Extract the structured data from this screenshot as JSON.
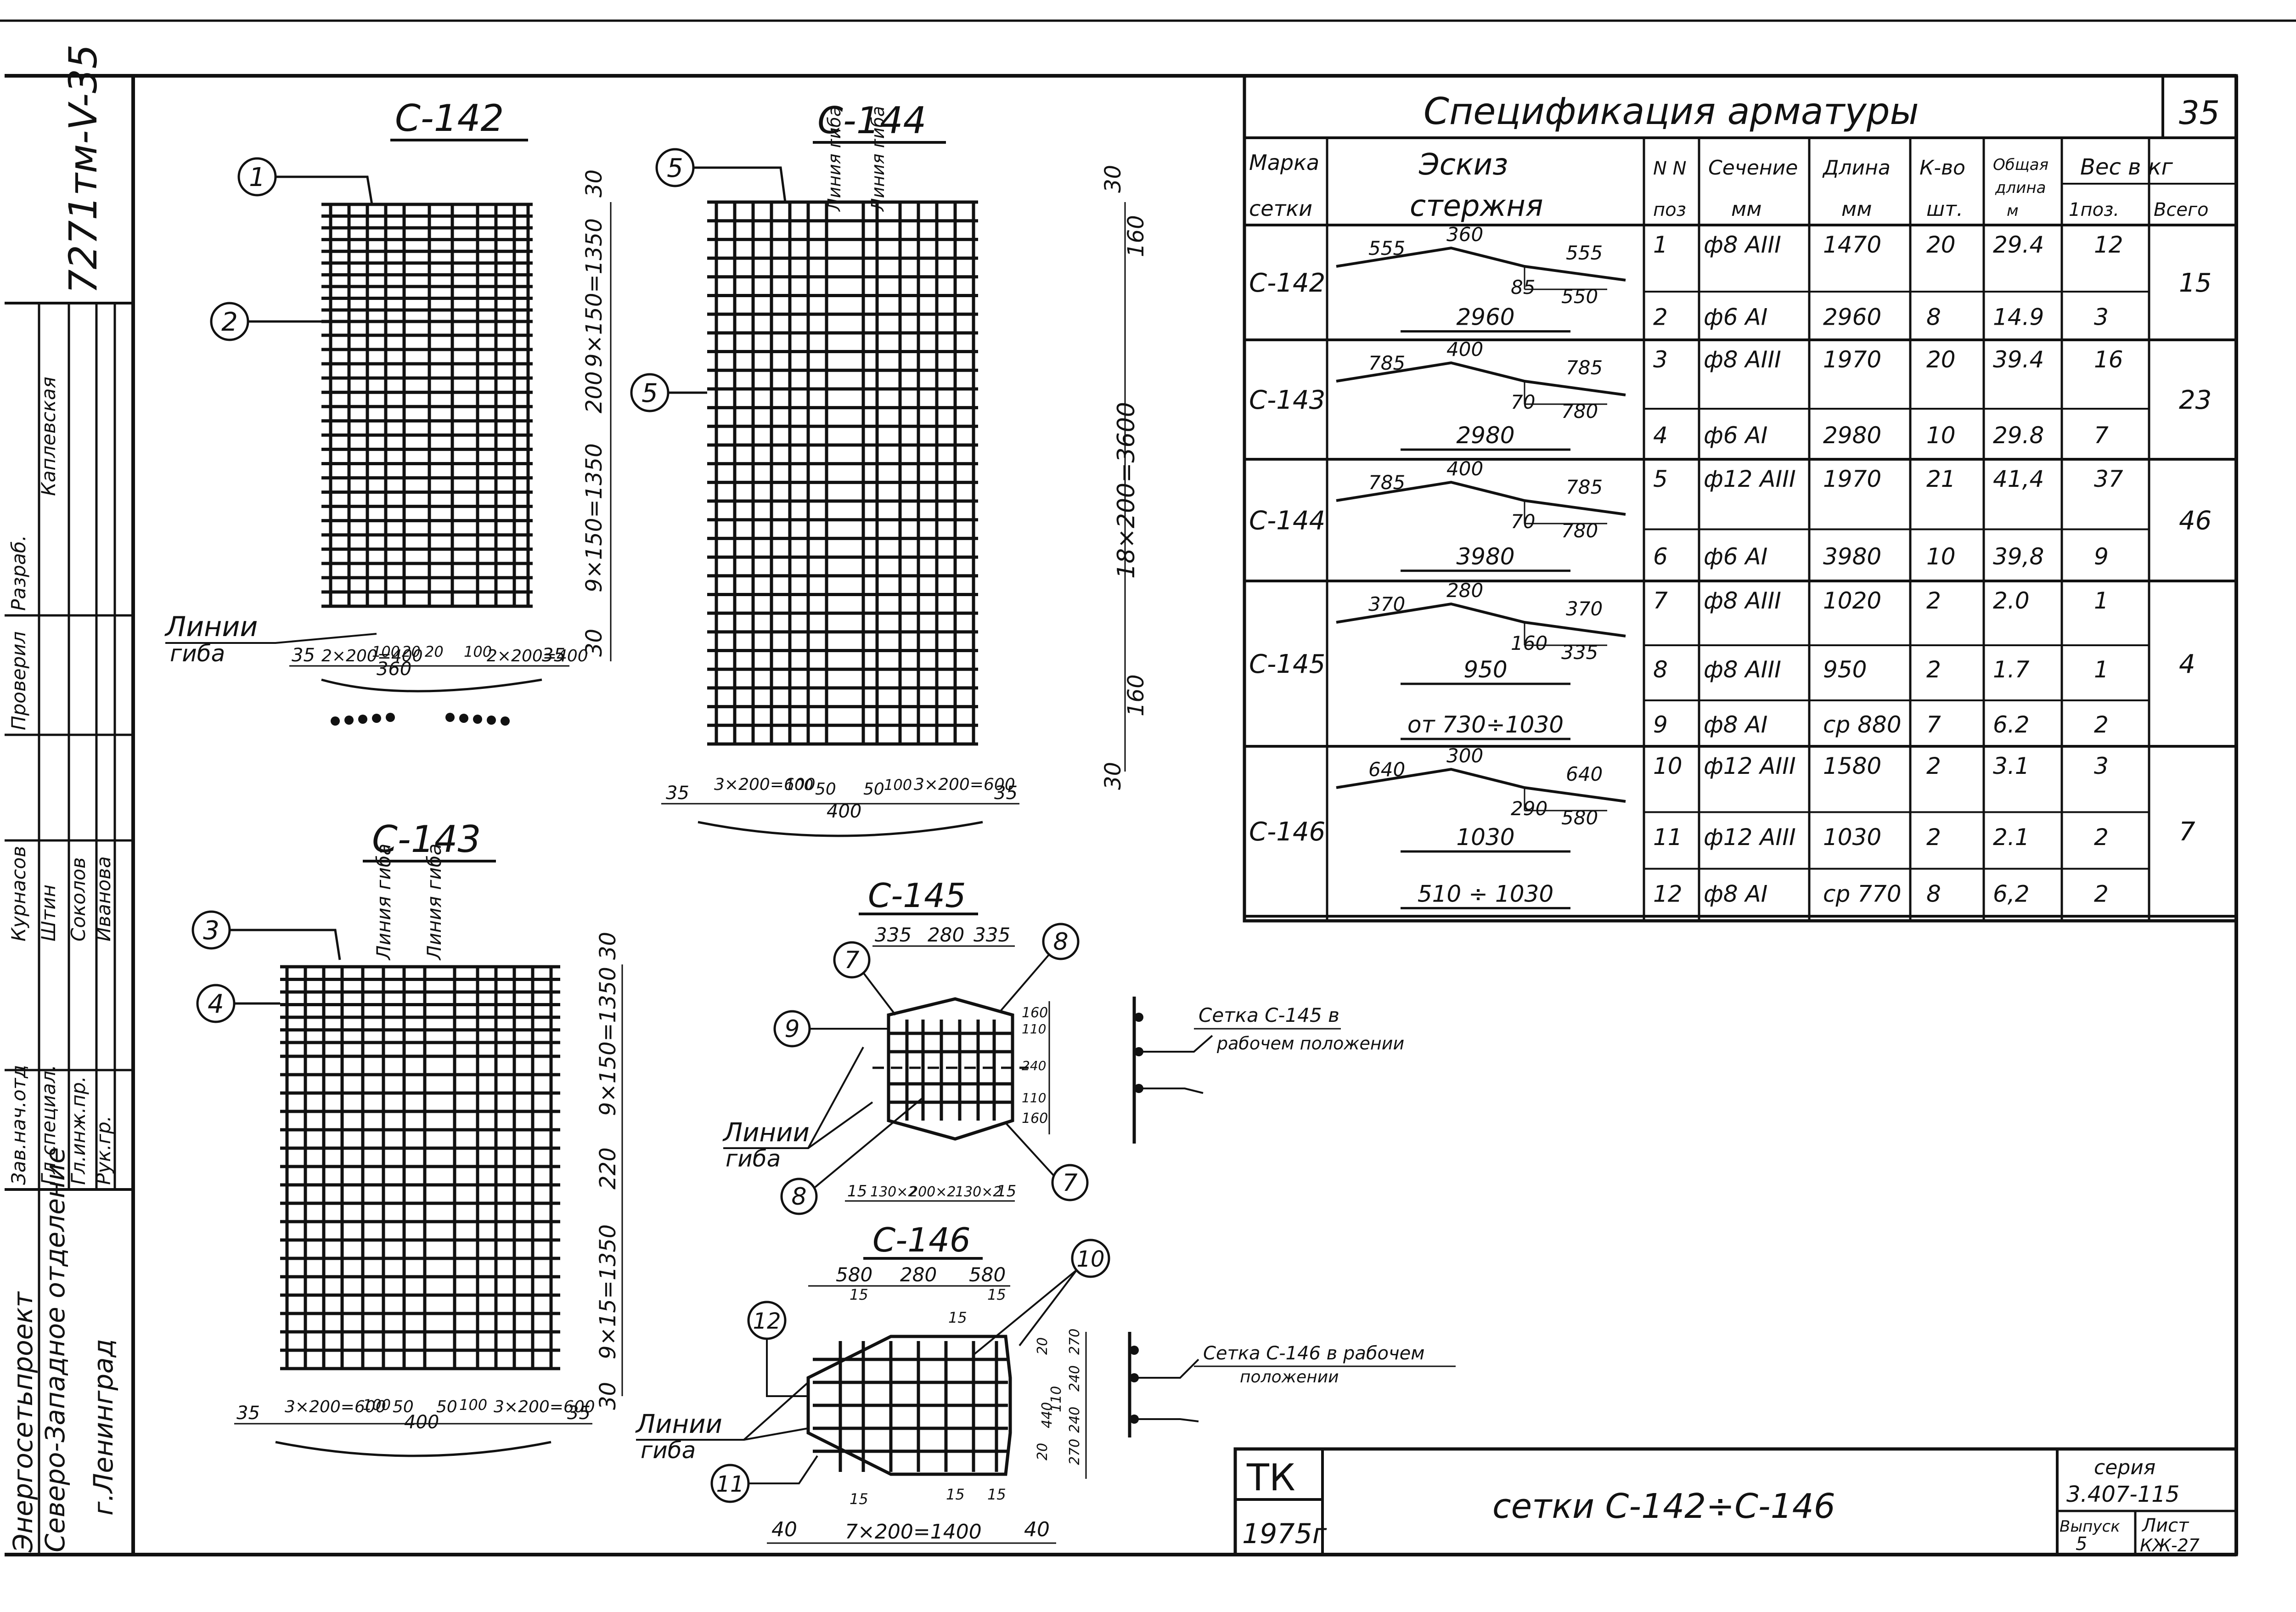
{
  "sheet": {
    "corner_code": "7271тм-V-35",
    "sheet_no": "35",
    "series": "серия",
    "series_no": "3.407-115",
    "issue_label": "Выпуск",
    "issue_no": "5",
    "list_label": "Лист",
    "list_no": "КЖ-27",
    "tk": "ТК",
    "year": "1975г",
    "title": "сетки С-142÷С-146"
  },
  "org": {
    "line1": "Энергосетьпроект",
    "line2": "Северо-Западное отделение",
    "line3": "г.Ленинград"
  },
  "stamp": {
    "roles": [
      "Зав.нач.отд",
      "Гл.специал.",
      "Гл.инж.пр.",
      "Рук.гр.",
      "",
      "Проверил",
      "",
      "Разраб."
    ],
    "names": [
      "Курнасов",
      "Штин",
      "Соколов",
      "Иванова",
      "",
      "",
      "",
      "Каплевская"
    ]
  },
  "drawings": {
    "c142": {
      "title": "С-142",
      "dims": [
        "30",
        "9×150=1350",
        "200",
        "9×150=1350",
        "30"
      ],
      "bottom": [
        "35",
        "2×200=400",
        "100",
        "20",
        "20",
        "360",
        "100",
        "2×200=400",
        "35"
      ],
      "callouts": [
        "1",
        "2"
      ],
      "bend_label": "Линии гиба"
    },
    "c144": {
      "title": "С-144",
      "dims": [
        "30",
        "160",
        "18×200=3600",
        "160",
        "30"
      ],
      "bottom": [
        "35",
        "3×200=600",
        "100",
        "50",
        "400",
        "50",
        "100",
        "3×200=600",
        "35"
      ],
      "callouts": [
        "5",
        "5"
      ],
      "bend_lines": [
        "Линия гиба",
        "Линия гиба"
      ]
    },
    "c143": {
      "title": "С-143",
      "dims": [
        "30",
        "9×150=1350",
        "220",
        "9×15=1350",
        "30"
      ],
      "bottom": [
        "35",
        "3×200=600",
        "100",
        "50",
        "400",
        "50",
        "100",
        "3×200=600",
        "35"
      ],
      "callouts": [
        "3",
        "4"
      ],
      "bend_lines": [
        "Линия гиба",
        "Линия гиба"
      ]
    },
    "c145": {
      "title": "С-145",
      "top": [
        "335",
        "280",
        "335"
      ],
      "right": [
        "160",
        "110",
        "240",
        "110",
        "160"
      ],
      "bottom": [
        "15",
        "130×2",
        "200×2",
        "130×2",
        "15"
      ],
      "callouts": [
        "7",
        "8",
        "9",
        "8",
        "7"
      ],
      "bend_label": "Линии гиба",
      "note": "Сетка С-145 в рабочем положении"
    },
    "c146": {
      "title": "С-146",
      "top": [
        "580",
        "280",
        "580"
      ],
      "top_small": [
        "15",
        "15",
        "15"
      ],
      "right": [
        "270",
        "20",
        "240",
        "110",
        "240",
        "20",
        "270"
      ],
      "left": [
        "440"
      ],
      "bottom": [
        "40",
        "7×200=1400",
        "40"
      ],
      "bottom_small": [
        "15",
        "15",
        "15"
      ],
      "callouts": [
        "10",
        "12",
        "11"
      ],
      "bend_label": "Линии гиба",
      "note": "Сетка С-146 в рабочем положении"
    }
  },
  "spec": {
    "title": "Спецификация арматуры",
    "headers": {
      "mark": "Марка сетки",
      "sketch": "Эскиз стержня",
      "pos": "N N поз",
      "section": "Сечение мм",
      "length": "Длина мм",
      "qty": "К-во шт.",
      "total_len": "Общая длина м",
      "weight": "Вес в кг",
      "w_pos": "1поз.",
      "w_total": "Всего"
    },
    "groups": [
      {
        "mark": "С-142",
        "total": "15",
        "rows": [
          {
            "pos": "1",
            "section": "ф8 AIII",
            "length": "1470",
            "qty": "20",
            "tl": "29.4",
            "w": "12",
            "sketch": [
              "555",
              "360",
              "555",
              "85",
              "550"
            ]
          },
          {
            "pos": "2",
            "section": "ф6 AI",
            "length": "2960",
            "qty": "8",
            "tl": "14.9",
            "w": "3",
            "sketch": [
              "2960"
            ]
          }
        ]
      },
      {
        "mark": "С-143",
        "total": "23",
        "rows": [
          {
            "pos": "3",
            "section": "ф8 AIII",
            "length": "1970",
            "qty": "20",
            "tl": "39.4",
            "w": "16",
            "sketch": [
              "785",
              "400",
              "785",
              "70",
              "780"
            ]
          },
          {
            "pos": "4",
            "section": "ф6 AI",
            "length": "2980",
            "qty": "10",
            "tl": "29.8",
            "w": "7",
            "sketch": [
              "2980"
            ]
          }
        ]
      },
      {
        "mark": "С-144",
        "total": "46",
        "rows": [
          {
            "pos": "5",
            "section": "ф12 AIII",
            "length": "1970",
            "qty": "21",
            "tl": "41,4",
            "w": "37",
            "sketch": [
              "785",
              "400",
              "785",
              "70",
              "780"
            ]
          },
          {
            "pos": "6",
            "section": "ф6 AI",
            "length": "3980",
            "qty": "10",
            "tl": "39,8",
            "w": "9",
            "sketch": [
              "3980"
            ]
          }
        ]
      },
      {
        "mark": "С-145",
        "total": "4",
        "rows": [
          {
            "pos": "7",
            "section": "ф8 AIII",
            "length": "1020",
            "qty": "2",
            "tl": "2.0",
            "w": "1",
            "sketch": [
              "370",
              "280",
              "370",
              "160",
              "335"
            ]
          },
          {
            "pos": "8",
            "section": "ф8 AIII",
            "length": "950",
            "qty": "2",
            "tl": "1.7",
            "w": "1",
            "sketch": [
              "950"
            ]
          },
          {
            "pos": "9",
            "section": "ф8 AI",
            "length": "ср 880",
            "qty": "7",
            "tl": "6.2",
            "w": "2",
            "sketch": [
              "от 730÷1030"
            ]
          }
        ]
      },
      {
        "mark": "С-146",
        "total": "7",
        "rows": [
          {
            "pos": "10",
            "section": "ф12 AIII",
            "length": "1580",
            "qty": "2",
            "tl": "3.1",
            "w": "3",
            "sketch": [
              "640",
              "300",
              "640",
              "290",
              "580"
            ]
          },
          {
            "pos": "11",
            "section": "ф12 AIII",
            "length": "1030",
            "qty": "2",
            "tl": "2.1",
            "w": "2",
            "sketch": [
              "1030"
            ]
          },
          {
            "pos": "12",
            "section": "ф8 AI",
            "length": "ср 770",
            "qty": "8",
            "tl": "6,2",
            "w": "2",
            "sketch": [
              "510 ÷ 1030"
            ]
          }
        ]
      }
    ]
  }
}
